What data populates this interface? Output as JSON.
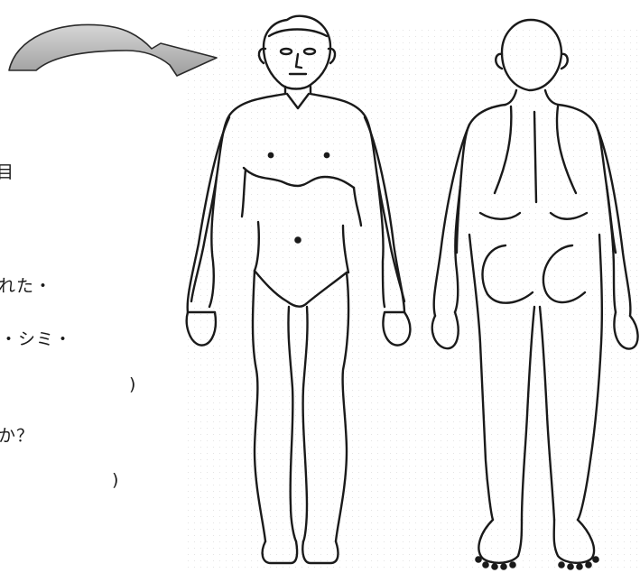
{
  "form_text": {
    "line1": "目",
    "line2": "れた・",
    "line3": "・シミ・",
    "line4": ")",
    "line5": "か？",
    "line6": ")"
  },
  "figures": {
    "front_label": "",
    "back_label": ""
  },
  "colors": {
    "ink": "#1a1a1a",
    "arrow_fill": "#b8b8b8",
    "paper": "#ffffff"
  },
  "icons": [
    "curved-arrow-icon",
    "front-body-diagram",
    "back-body-diagram"
  ]
}
